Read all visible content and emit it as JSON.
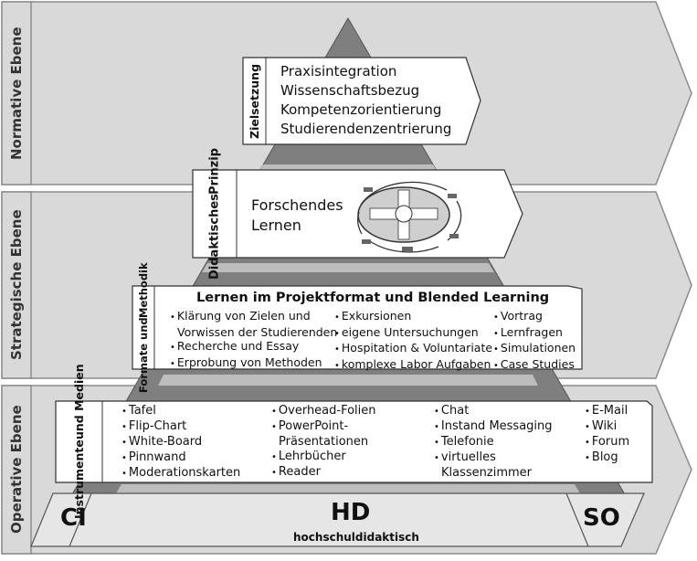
{
  "levels": {
    "normative": "Normative Ebene",
    "strategic": "Strategische Ebene",
    "operative": "Operative Ebene"
  },
  "zielsetzung": {
    "heading": "Zielsetzung",
    "items": [
      "Praxisintegration",
      "Wissenschaftsbezug",
      "Kompetenzorientierung",
      "Studierendenzentrierung"
    ]
  },
  "prinzip": {
    "heading_line1": "Didaktisches",
    "heading_line2": "Prinzip",
    "text_line1": "Forschendes",
    "text_line2": "Lernen"
  },
  "formate": {
    "heading_line1": "Formate und",
    "heading_line2": "Methodik",
    "title": "Lernen im Projektformat und Blended Learning",
    "col1": [
      "Klärung von Zielen und",
      "Vorwissen der Studierenden",
      "Recherche und Essay",
      "Erprobung von Methoden"
    ],
    "col2": [
      "Exkursionen",
      "eigene Untersuchungen",
      "Hospitation & Voluntariate",
      "komplexe Labor Aufgaben"
    ],
    "col3": [
      "Vortrag",
      "Lernfragen",
      "Simulationen",
      "Case Studies"
    ]
  },
  "instrumente": {
    "heading_line1": "Instrumente",
    "heading_line2": "und Medien",
    "col1": [
      "Tafel",
      "Flip-Chart",
      "White-Board",
      "Pinnwand",
      "Moderationskarten"
    ],
    "col2": [
      "Overhead-Folien",
      "PowerPoint-",
      "Präsentationen",
      "Lehrbücher",
      "Reader"
    ],
    "col3": [
      "Chat",
      "Instand Messaging",
      "Telefonie",
      "virtuelles",
      "Klassenzimmer"
    ],
    "col4": [
      "E-Mail",
      "Wiki",
      "Forum",
      "Blog"
    ]
  },
  "base": {
    "left": "CI",
    "center": "HD",
    "center_sub": "hochschuldidaktisch",
    "right": "SO"
  },
  "colors": {
    "band": "#d9d9d9",
    "band_border": "#8c8c8c",
    "pyramid": "#7f7f7f",
    "pyramid_stripe": "#bdbdbd",
    "box": "#ffffff"
  }
}
